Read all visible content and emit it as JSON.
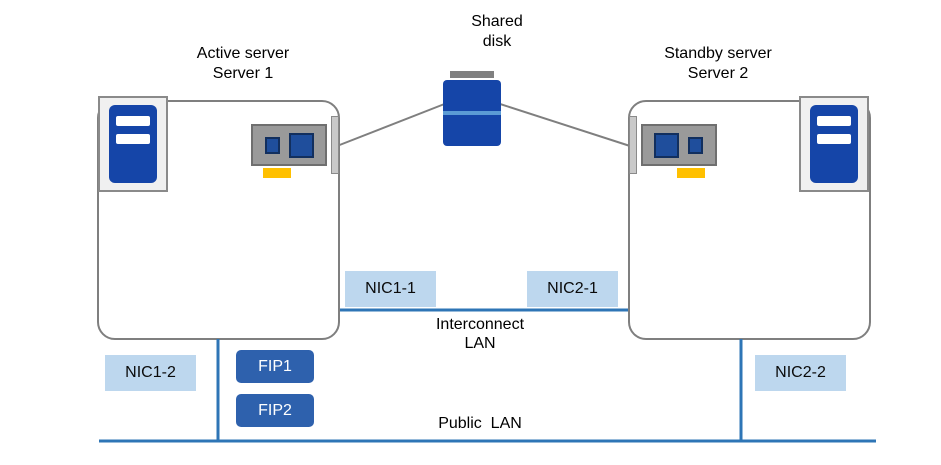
{
  "shared_disk": {
    "line1": "Shared",
    "line2": "disk"
  },
  "servers": {
    "active": {
      "role": "Active server",
      "name": "Server 1"
    },
    "standby": {
      "role": "Standby server",
      "name": "Server 2"
    }
  },
  "nics": {
    "nic1_1": "NIC1-1",
    "nic2_1": "NIC2-1",
    "nic1_2": "NIC1-2",
    "nic2_2": "NIC2-2"
  },
  "fips": {
    "fip1": "FIP1",
    "fip2": "FIP2"
  },
  "lans": {
    "interconnect_line1": "Interconnect",
    "interconnect_line2": "LAN",
    "public": "Public  LAN"
  },
  "colors": {
    "light_blue_box": "#bdd7ee",
    "fip_box": "#2e61ad",
    "lan_line": "#2e75b6",
    "disk_link_line": "#7f7f7f",
    "box_border": "#7f7f7f",
    "tower_blue": "#1545a8",
    "disk_blue": "#1545a8",
    "disk_divider": "#5b9bd5",
    "nic_body": "#9a9a9a",
    "nic_chip": "#1f4e9c",
    "nic_pins": "#ffc000",
    "text": "#000000"
  }
}
